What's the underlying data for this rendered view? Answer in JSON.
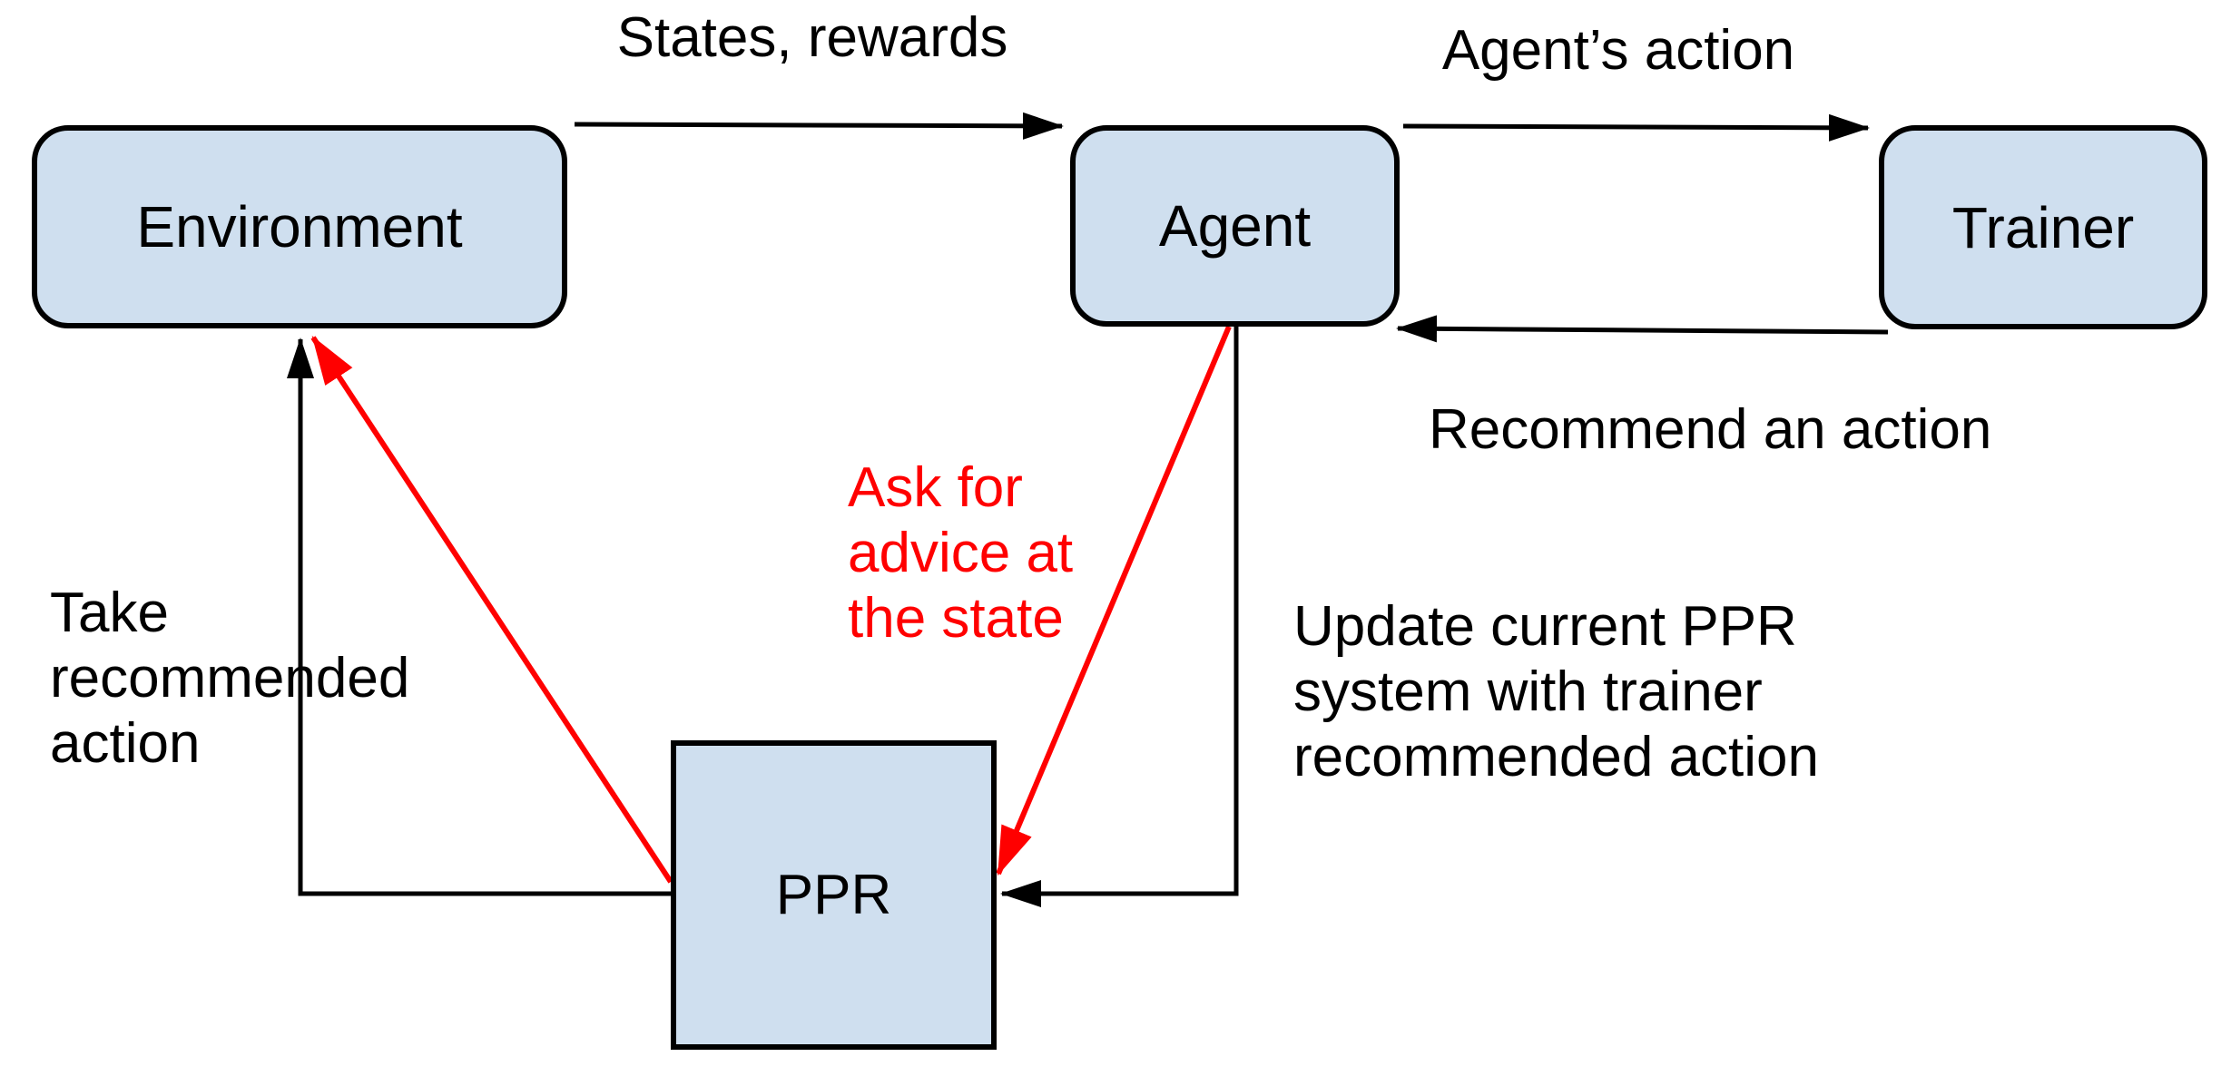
{
  "diagram": {
    "title": "Agent-Trainer-PPR interaction diagram",
    "nodes": {
      "environment": {
        "label": "Environment"
      },
      "agent": {
        "label": "Agent"
      },
      "trainer": {
        "label": "Trainer"
      },
      "ppr": {
        "label": "PPR"
      }
    },
    "edge_labels": {
      "states_rewards": {
        "text": "States, rewards"
      },
      "agents_action": {
        "text": "Agent’s action"
      },
      "recommend_an_action": {
        "text": "Recommend an action"
      },
      "ask_for_advice": {
        "lines": [
          "Ask for",
          "advice at",
          "the state"
        ]
      },
      "take_recommended": {
        "lines": [
          "Take",
          "recommended",
          "action"
        ]
      },
      "update_ppr": {
        "lines": [
          "Update current PPR",
          "system with trainer",
          "recommended action"
        ]
      }
    },
    "colors": {
      "node_fill": "#cfdfef",
      "outline": "#000000",
      "accent_red": "#ff0000",
      "text_black": "#000000"
    }
  }
}
